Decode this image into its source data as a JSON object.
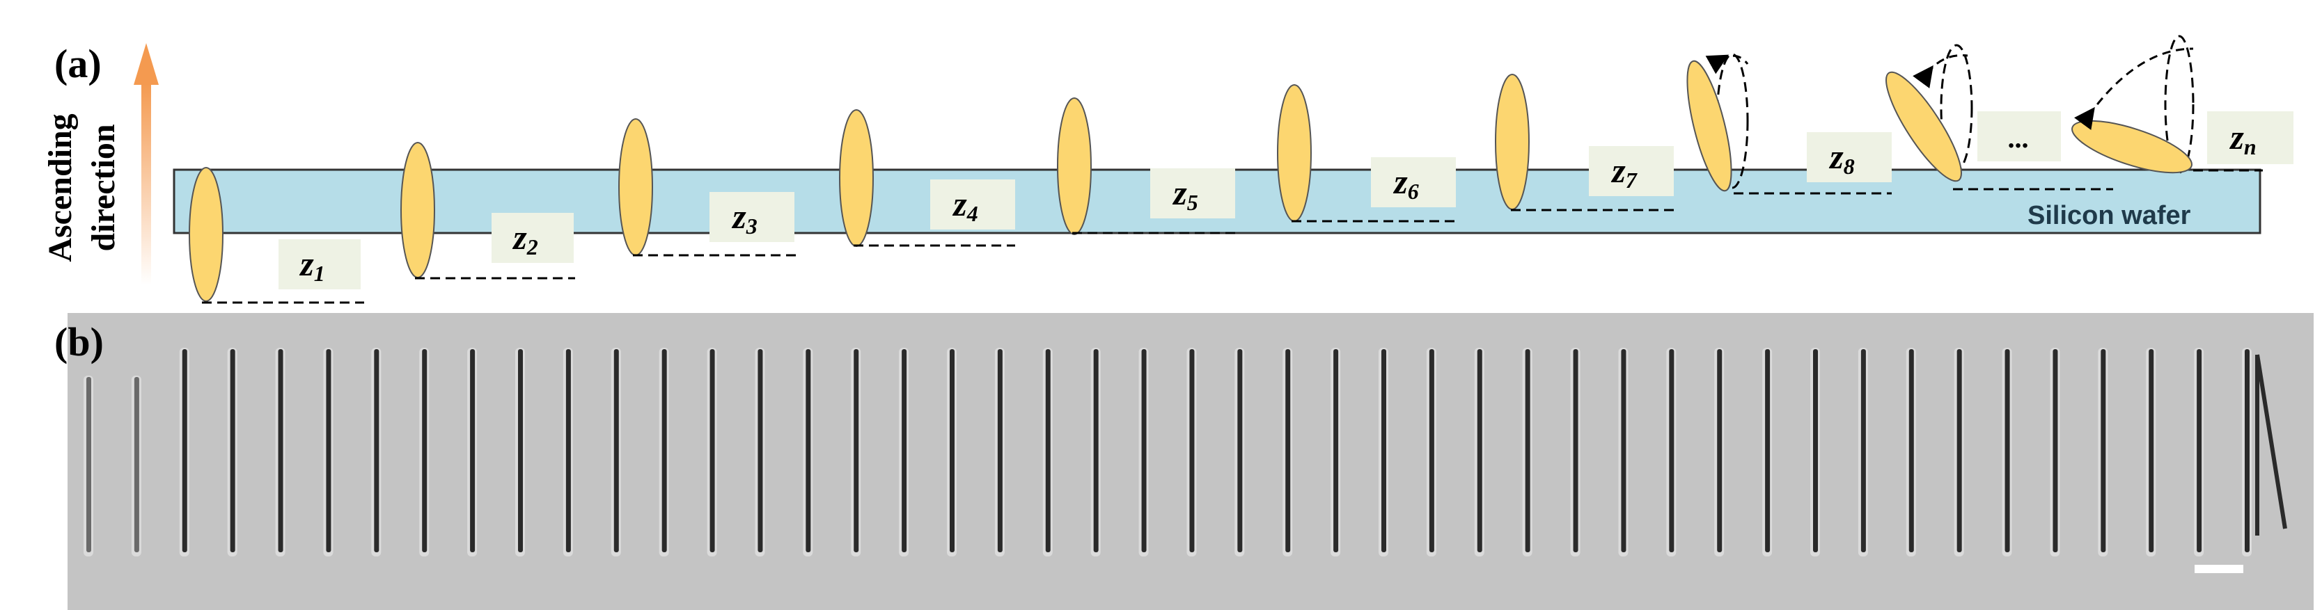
{
  "panels": {
    "a": {
      "label": "(a)"
    },
    "b": {
      "label": "(b)"
    }
  },
  "axis_label": {
    "line1": "Ascending",
    "line2": "direction"
  },
  "wafer_label": "Silicon wafer",
  "z_labels": [
    {
      "main": "z",
      "sub": "1"
    },
    {
      "main": "z",
      "sub": "2"
    },
    {
      "main": "z",
      "sub": "3"
    },
    {
      "main": "z",
      "sub": "4"
    },
    {
      "main": "z",
      "sub": "5"
    },
    {
      "main": "z",
      "sub": "6"
    },
    {
      "main": "z",
      "sub": "7"
    },
    {
      "main": "z",
      "sub": "8"
    },
    {
      "main": "...",
      "sub": ""
    },
    {
      "main": "z",
      "sub": "n"
    }
  ],
  "colors": {
    "wafer": "#b6dde8",
    "ellipse": "#fcd670",
    "label_box": "#eef2e4",
    "arrow_top": "#f49a50",
    "micrograph_bg": "#c4c4c4"
  },
  "micrograph": {
    "stripe_count": 46
  }
}
